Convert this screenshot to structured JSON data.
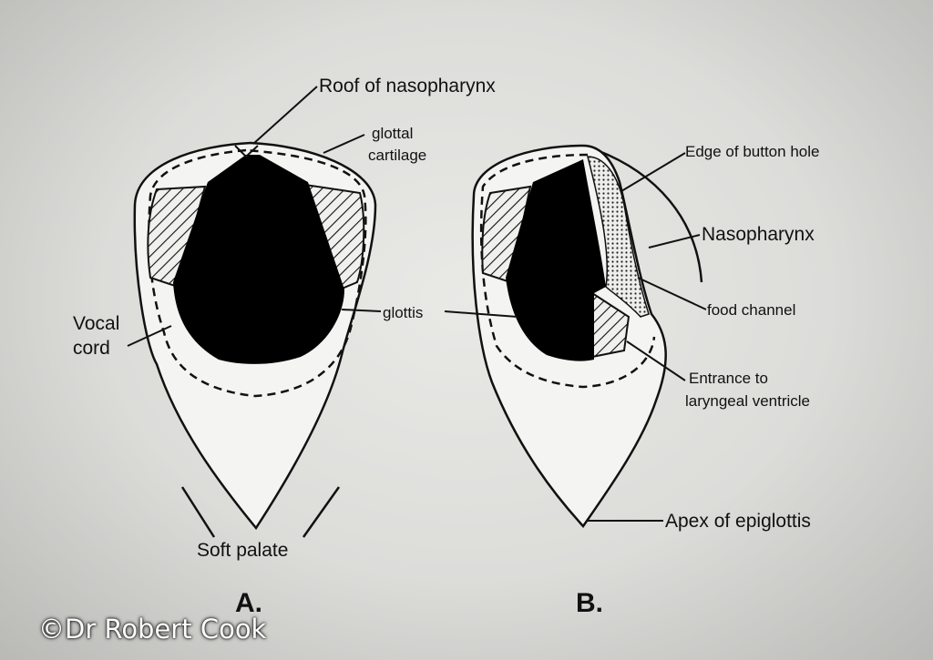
{
  "labels": {
    "roof": "Roof of nasopharynx",
    "glottal1": "glottal",
    "glottal2": "cartilage",
    "vocal1": "Vocal",
    "vocal2": "cord",
    "glottis": "glottis",
    "soft_palate": "Soft palate",
    "fig_a": "A.",
    "edge": "Edge of button hole",
    "nasopharynx": "Nasopharynx",
    "food": "food channel",
    "entrance1": "Entrance to",
    "entrance2": "laryngeal ventricle",
    "apex": "Apex of epiglottis",
    "fig_b": "B."
  },
  "watermark": "©Dr Robert Cook"
}
